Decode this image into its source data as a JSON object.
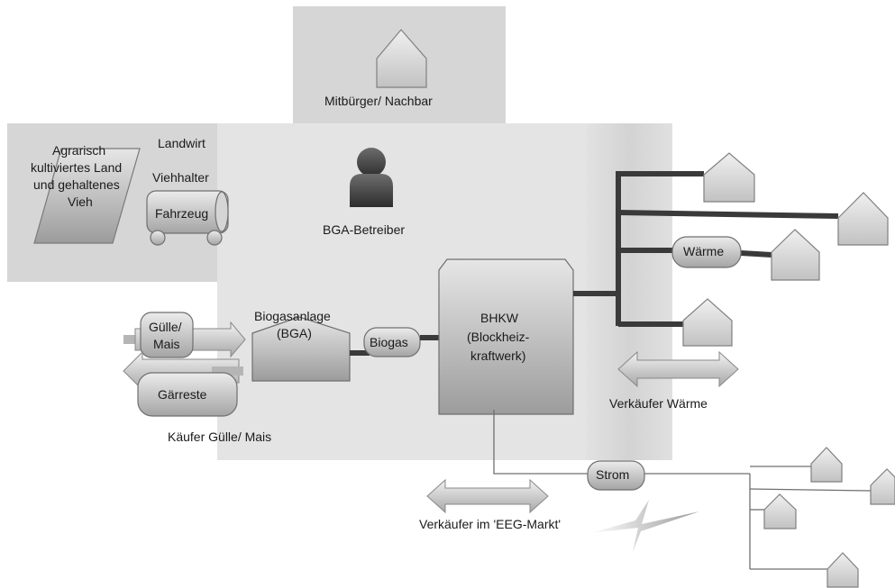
{
  "labels": {
    "neighbor": "Mitbürger/ Nachbar",
    "land_line1": "Agrarisch",
    "land_line2": "kultiviertes Land",
    "land_line3": "und gehaltenes",
    "land_line4": "Vieh",
    "landwirt": "Landwirt",
    "viehhalter": "Viehhalter",
    "fahrzeug": "Fahrzeug",
    "operator": "BGA-Betreiber",
    "biogas_plant_line1": "Biogasanlage",
    "biogas_plant_line2": "(BGA)",
    "biogas": "Biogas",
    "bhkw_line1": "BHKW",
    "bhkw_line2": "(Blockheiz-",
    "bhkw_line3": "kraftwerk)",
    "guelle_line1": "Gülle/",
    "guelle_line2": "Mais",
    "gaerreste": "Gärreste",
    "buyer_guelle": "Käufer Gülle/ Mais",
    "waerme": "Wärme",
    "seller_heat": "Verkäufer Wärme",
    "strom": "Strom",
    "seller_eeg": "Verkäufer im 'EEG-Markt'"
  },
  "icons": {
    "house": "house-icon",
    "person": "person-icon",
    "lightning": "lightning-icon",
    "double_arrow": "double-arrow-icon"
  }
}
